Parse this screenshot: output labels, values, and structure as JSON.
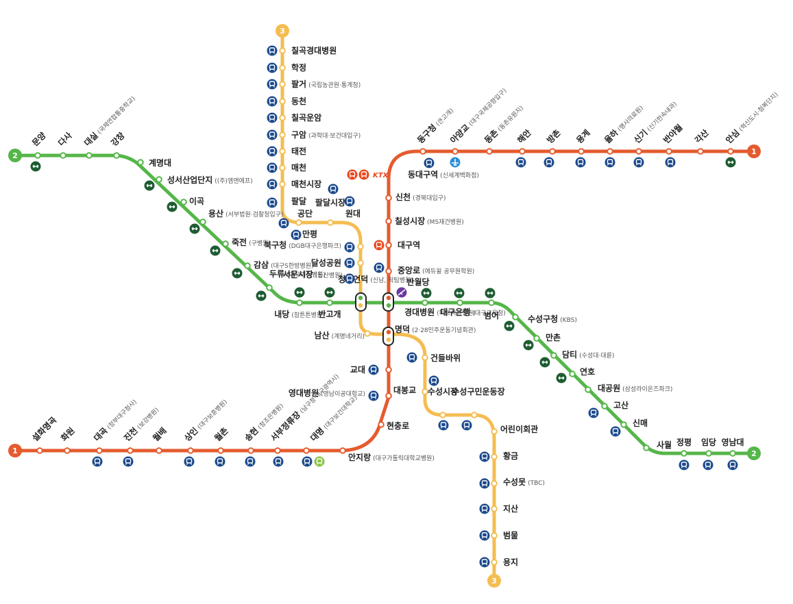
{
  "colors": {
    "line1": "#e55b2e",
    "line2": "#55b649",
    "line3": "#f4bd52",
    "bus": "#1c4a8c",
    "transfer": "#1e5c32",
    "airport": "#2a8fd6",
    "train": "#e8481e",
    "cablecar": "#6b3aa0",
    "busgreen": "#8bc34a"
  },
  "icons": {
    "bus": "bus-icon",
    "transfer": "transfer-arrows-icon",
    "airport": "airplane-icon",
    "train": "train-icon",
    "cablecar": "cable-car-icon",
    "ktx": "ktx-icon"
  },
  "terminals": {
    "line1": "1",
    "line2": "2",
    "line3": "3"
  },
  "ktx_label": "KTX",
  "stations": [
    {
      "id": "seolhwa",
      "name": "설화명곡",
      "sub": ""
    },
    {
      "id": "hwawon",
      "name": "화원",
      "sub": ""
    },
    {
      "id": "daegok",
      "name": "대곡",
      "sub": "(정부대구청사)"
    },
    {
      "id": "jincheon",
      "name": "진천",
      "sub": "(보강병원)"
    },
    {
      "id": "wolbae",
      "name": "월배",
      "sub": ""
    },
    {
      "id": "sangin",
      "name": "상인",
      "sub": "(대구보훈병원)"
    },
    {
      "id": "wolchon",
      "name": "월촌",
      "sub": ""
    },
    {
      "id": "songhyeon",
      "name": "송현",
      "sub": "(청조은병원)"
    },
    {
      "id": "seobu",
      "name": "서부정류장",
      "sub": "(남구청·대구광역시)"
    },
    {
      "id": "daemyeong",
      "name": "대명",
      "sub": "(대구보건대학교)"
    },
    {
      "id": "anjirang",
      "name": "안지랑",
      "sub": "(대구가톨릭대학교병원)"
    },
    {
      "id": "hyeonchung",
      "name": "현충로",
      "sub": ""
    },
    {
      "id": "ydaehospital",
      "name": "영대병원",
      "sub": "(영남이공대학교)"
    },
    {
      "id": "gyodae",
      "name": "교대",
      "sub": ""
    },
    {
      "id": "myeongdeok",
      "name": "명덕",
      "sub": "(2·28민주운동기념회관)"
    },
    {
      "id": "banwoldang",
      "name": "반월당",
      "sub": ""
    },
    {
      "id": "jungangno",
      "name": "중앙로",
      "sub": "(에듀윌 공무원학원)"
    },
    {
      "id": "daeguyeok",
      "name": "대구역",
      "sub": ""
    },
    {
      "id": "chilseong",
      "name": "칠성시장",
      "sub": "(MS재건병원)"
    },
    {
      "id": "sincheon",
      "name": "신천",
      "sub": "(경북대입구)"
    },
    {
      "id": "dongdaegu",
      "name": "동대구역",
      "sub": "(신세계백화점)"
    },
    {
      "id": "donggu",
      "name": "동구청",
      "sub": "(큰고개)"
    },
    {
      "id": "ayanggyo",
      "name": "아양교",
      "sub": "(대구국제공항입구)"
    },
    {
      "id": "dongchon",
      "name": "동촌",
      "sub": "(동촌유원지)"
    },
    {
      "id": "haean",
      "name": "해안",
      "sub": ""
    },
    {
      "id": "bangchon",
      "name": "방촌",
      "sub": ""
    },
    {
      "id": "yonggye",
      "name": "용계",
      "sub": ""
    },
    {
      "id": "yulha",
      "name": "율하",
      "sub": "(행사의료원)"
    },
    {
      "id": "singi",
      "name": "신기",
      "sub": "(신기한속내과)"
    },
    {
      "id": "banyawol",
      "name": "반야월",
      "sub": ""
    },
    {
      "id": "gaksan",
      "name": "각산",
      "sub": ""
    },
    {
      "id": "ansim",
      "name": "안심",
      "sub": "(혁신도시·첨복단지)"
    },
    {
      "id": "munyang",
      "name": "문양",
      "sub": ""
    },
    {
      "id": "dasa",
      "name": "다사",
      "sub": ""
    },
    {
      "id": "daesil",
      "name": "대실",
      "sub": "(국제연합통중학교)"
    },
    {
      "id": "gangchang",
      "name": "강창",
      "sub": ""
    },
    {
      "id": "gyemyeong",
      "name": "계명대",
      "sub": ""
    },
    {
      "id": "seongseo",
      "name": "성서산업단지",
      "sub": "((주)엠앤에프)"
    },
    {
      "id": "igok",
      "name": "이곡",
      "sub": ""
    },
    {
      "id": "yongsan",
      "name": "용산",
      "sub": "(서부법원·검찰청입구)"
    },
    {
      "id": "jukjeon",
      "name": "죽전",
      "sub": "(구병원)"
    },
    {
      "id": "gamsam",
      "name": "감삼",
      "sub": "(대구S한방병원)"
    },
    {
      "id": "duryu",
      "name": "두류",
      "sub": "(대구기독병원)"
    },
    {
      "id": "naedang",
      "name": "내당",
      "sub": "(참튼튼병원)"
    },
    {
      "id": "bangogae",
      "name": "반고개",
      "sub": ""
    },
    {
      "id": "cheongna",
      "name": "청라언덕",
      "sub": "(신남, 척팀병원)"
    },
    {
      "id": "kyungdae",
      "name": "경대병원",
      "sub": "(미르치과병원)"
    },
    {
      "id": "daegubank",
      "name": "대구은행",
      "sub": "(대구교육청)"
    },
    {
      "id": "beomeo",
      "name": "범어",
      "sub": ""
    },
    {
      "id": "suseonggu",
      "name": "수성구청",
      "sub": "(KBS)"
    },
    {
      "id": "manchon",
      "name": "만촌",
      "sub": ""
    },
    {
      "id": "damti",
      "name": "담티",
      "sub": "(수성대·대륜)"
    },
    {
      "id": "yeonho",
      "name": "연호",
      "sub": ""
    },
    {
      "id": "daegongwon",
      "name": "대공원",
      "sub": "(삼성라이온즈파크)"
    },
    {
      "id": "gosan",
      "name": "고산",
      "sub": ""
    },
    {
      "id": "sinmae",
      "name": "신매",
      "sub": ""
    },
    {
      "id": "sawol",
      "name": "사월",
      "sub": ""
    },
    {
      "id": "jeongpyeong",
      "name": "정평",
      "sub": ""
    },
    {
      "id": "imdang",
      "name": "임당",
      "sub": ""
    },
    {
      "id": "yeongnamdae",
      "name": "영남대",
      "sub": ""
    },
    {
      "id": "chilgokgd",
      "name": "칠곡경대병원",
      "sub": ""
    },
    {
      "id": "hakjeong",
      "name": "학정",
      "sub": ""
    },
    {
      "id": "palgeo",
      "name": "팔거",
      "sub": "(국립농관원·통계청)"
    },
    {
      "id": "dongcheon",
      "name": "동천",
      "sub": ""
    },
    {
      "id": "chilgokunam",
      "name": "칠곡운암",
      "sub": ""
    },
    {
      "id": "guam",
      "name": "구암",
      "sub": "(과학대·보건대입구)"
    },
    {
      "id": "taejeon",
      "name": "태전",
      "sub": ""
    },
    {
      "id": "maecheon",
      "name": "매천",
      "sub": ""
    },
    {
      "id": "maecheonmarket",
      "name": "매천시장",
      "sub": ""
    },
    {
      "id": "paldal",
      "name": "팔달",
      "sub": ""
    },
    {
      "id": "gongdan",
      "name": "공단",
      "sub": ""
    },
    {
      "id": "manpyeong",
      "name": "만평",
      "sub": ""
    },
    {
      "id": "paldalmarket",
      "name": "팔달시장",
      "sub": ""
    },
    {
      "id": "wondae",
      "name": "원대",
      "sub": ""
    },
    {
      "id": "bukgu",
      "name": "북구청",
      "sub": "(DGB대구은행파크)"
    },
    {
      "id": "dalseong",
      "name": "달성공원",
      "sub": ""
    },
    {
      "id": "seomun",
      "name": "서문시장",
      "sub": "(동산병원)"
    },
    {
      "id": "namsan",
      "name": "남산",
      "sub": "(계명네거리)"
    },
    {
      "id": "geondeul",
      "name": "건들바위",
      "sub": ""
    },
    {
      "id": "daebong",
      "name": "대봉교",
      "sub": ""
    },
    {
      "id": "suseongmarket",
      "name": "수성시장",
      "sub": ""
    },
    {
      "id": "suseonggumin",
      "name": "수성구민운동장",
      "sub": ""
    },
    {
      "id": "eorini",
      "name": "어린이회관",
      "sub": ""
    },
    {
      "id": "hwanggeum",
      "name": "황금",
      "sub": ""
    },
    {
      "id": "suseongmot",
      "name": "수성못",
      "sub": "(TBC)"
    },
    {
      "id": "jisan",
      "name": "지산",
      "sub": ""
    },
    {
      "id": "beommul",
      "name": "범물",
      "sub": ""
    },
    {
      "id": "yongji",
      "name": "용지",
      "sub": ""
    }
  ]
}
